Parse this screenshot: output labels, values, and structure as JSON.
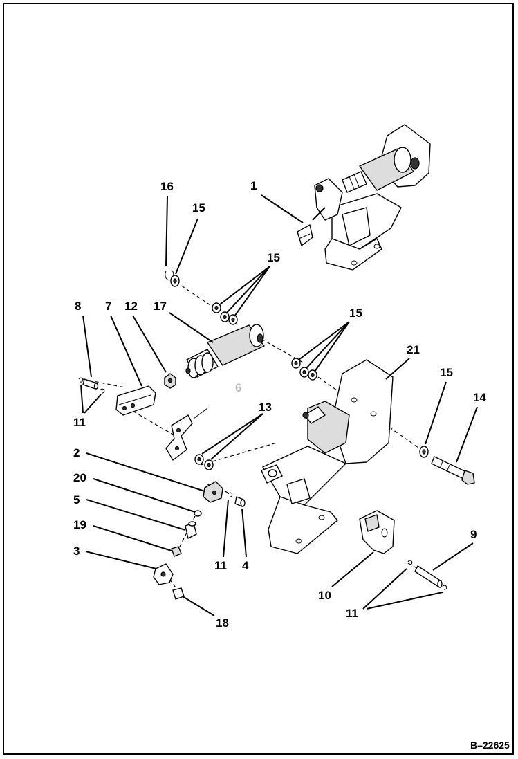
{
  "figure_id": "B–22625",
  "labels": {
    "l1": "1",
    "l2": "2",
    "l3": "3",
    "l4": "4",
    "l5": "5",
    "l6": "6",
    "l7": "7",
    "l8": "8",
    "l9": "9",
    "l10": "10",
    "l11a": "11",
    "l11b": "11",
    "l11c": "11",
    "l12": "12",
    "l13": "13",
    "l14": "14",
    "l15a": "15",
    "l15b": "15",
    "l15c": "15",
    "l15d": "15",
    "l16": "16",
    "l17": "17",
    "l18": "18",
    "l19": "19",
    "l20": "20",
    "l21": "21"
  }
}
